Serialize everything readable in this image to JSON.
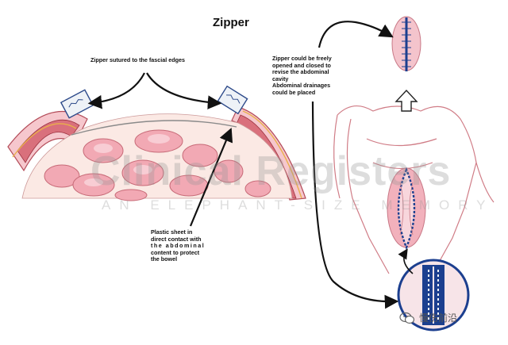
{
  "title": "Zipper",
  "labels": {
    "sutured": "Zipper sutured to the fascial edges",
    "plastic": [
      "Plastic sheet in",
      "direct contact with",
      "the abdominal",
      "content to protect",
      "the bowel"
    ],
    "freely": [
      "Zipper could be freely",
      "opened and closed to",
      "revise the abdominal",
      "cavity",
      "Abdominal drainages",
      "could be placed"
    ]
  },
  "watermark": {
    "main": "Clinical Registers",
    "sub": "AN ELEPHANT-SIZE MEMORY"
  },
  "credit": "慢伤前沿",
  "icons": [
    "wechat-icon"
  ],
  "colors": {
    "tissue": "#f4bfc6",
    "muscle": "#d9707c",
    "bowel": "#f2a9b4",
    "zipper": "#1c3f8f",
    "arrow": "#111111"
  }
}
